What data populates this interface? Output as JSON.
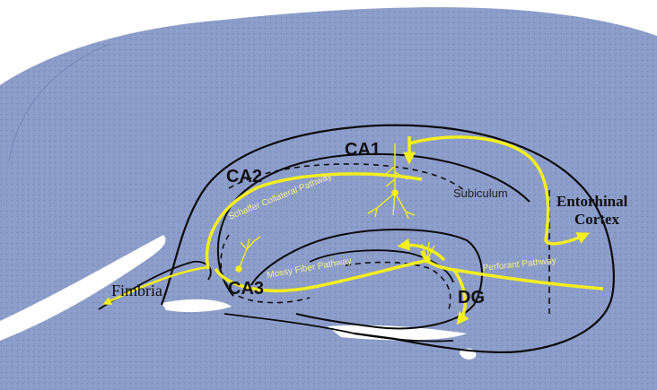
{
  "regions": {
    "ca1": "CA1",
    "ca2": "CA2",
    "ca3": "CA3",
    "dg": "DG",
    "subiculum": "Subiculum",
    "entorhinal_line1": "Entorhinal",
    "entorhinal_line2": "Cortex",
    "fimbria": "Fimbria"
  },
  "pathways": {
    "schaffer": "Schaffer Collateral Pathway",
    "mossy": "Mossy Fiber Pathway",
    "perforant": "Perforant Pathway"
  },
  "colors": {
    "tissue": "#8a9cc9",
    "tissue_dark": "#7d8fbe",
    "pathway": "#f3ee1f",
    "outline": "#0b0b0b",
    "background": "#ffffff"
  }
}
